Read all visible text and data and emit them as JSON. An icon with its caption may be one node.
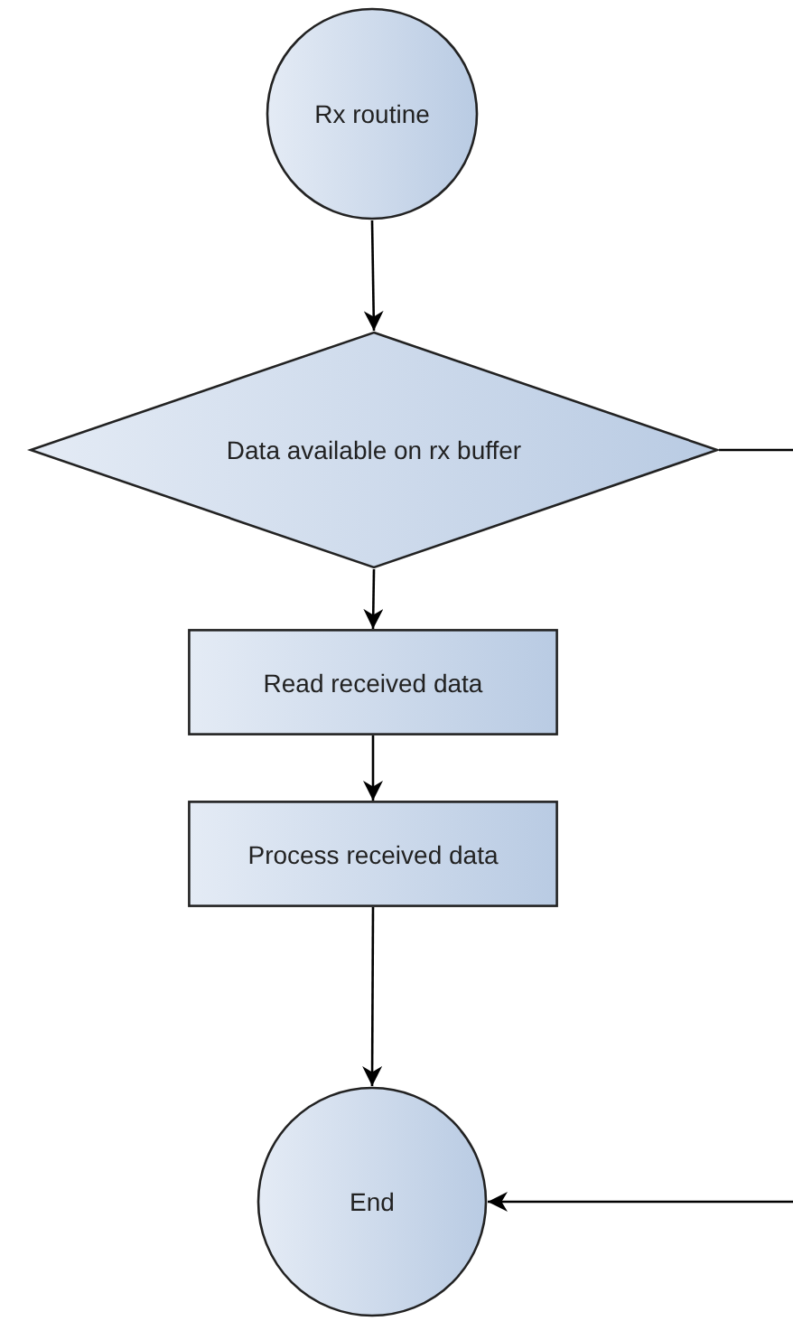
{
  "diagram": {
    "nodes": [
      {
        "text": [
          "Rx routine"
        ]
      },
      {
        "text": [
          "Data available on rx buffer"
        ]
      },
      {
        "text": [
          "Read received data"
        ]
      },
      {
        "text": [
          "Process received data"
        ]
      },
      {
        "text": [
          "End"
        ]
      }
    ],
    "edges": [
      {
        "from": 0,
        "to": 1,
        "arrow": "to"
      },
      {
        "from": 1,
        "to": 2,
        "arrow": "to"
      },
      {
        "from": 2,
        "to": 3,
        "arrow": "to"
      },
      {
        "from": 3,
        "to": 4,
        "arrow": "to"
      },
      {
        "from": 1,
        "to": null,
        "arrow": "none"
      },
      {
        "from": null,
        "to": 4,
        "arrow": "to"
      }
    ]
  }
}
